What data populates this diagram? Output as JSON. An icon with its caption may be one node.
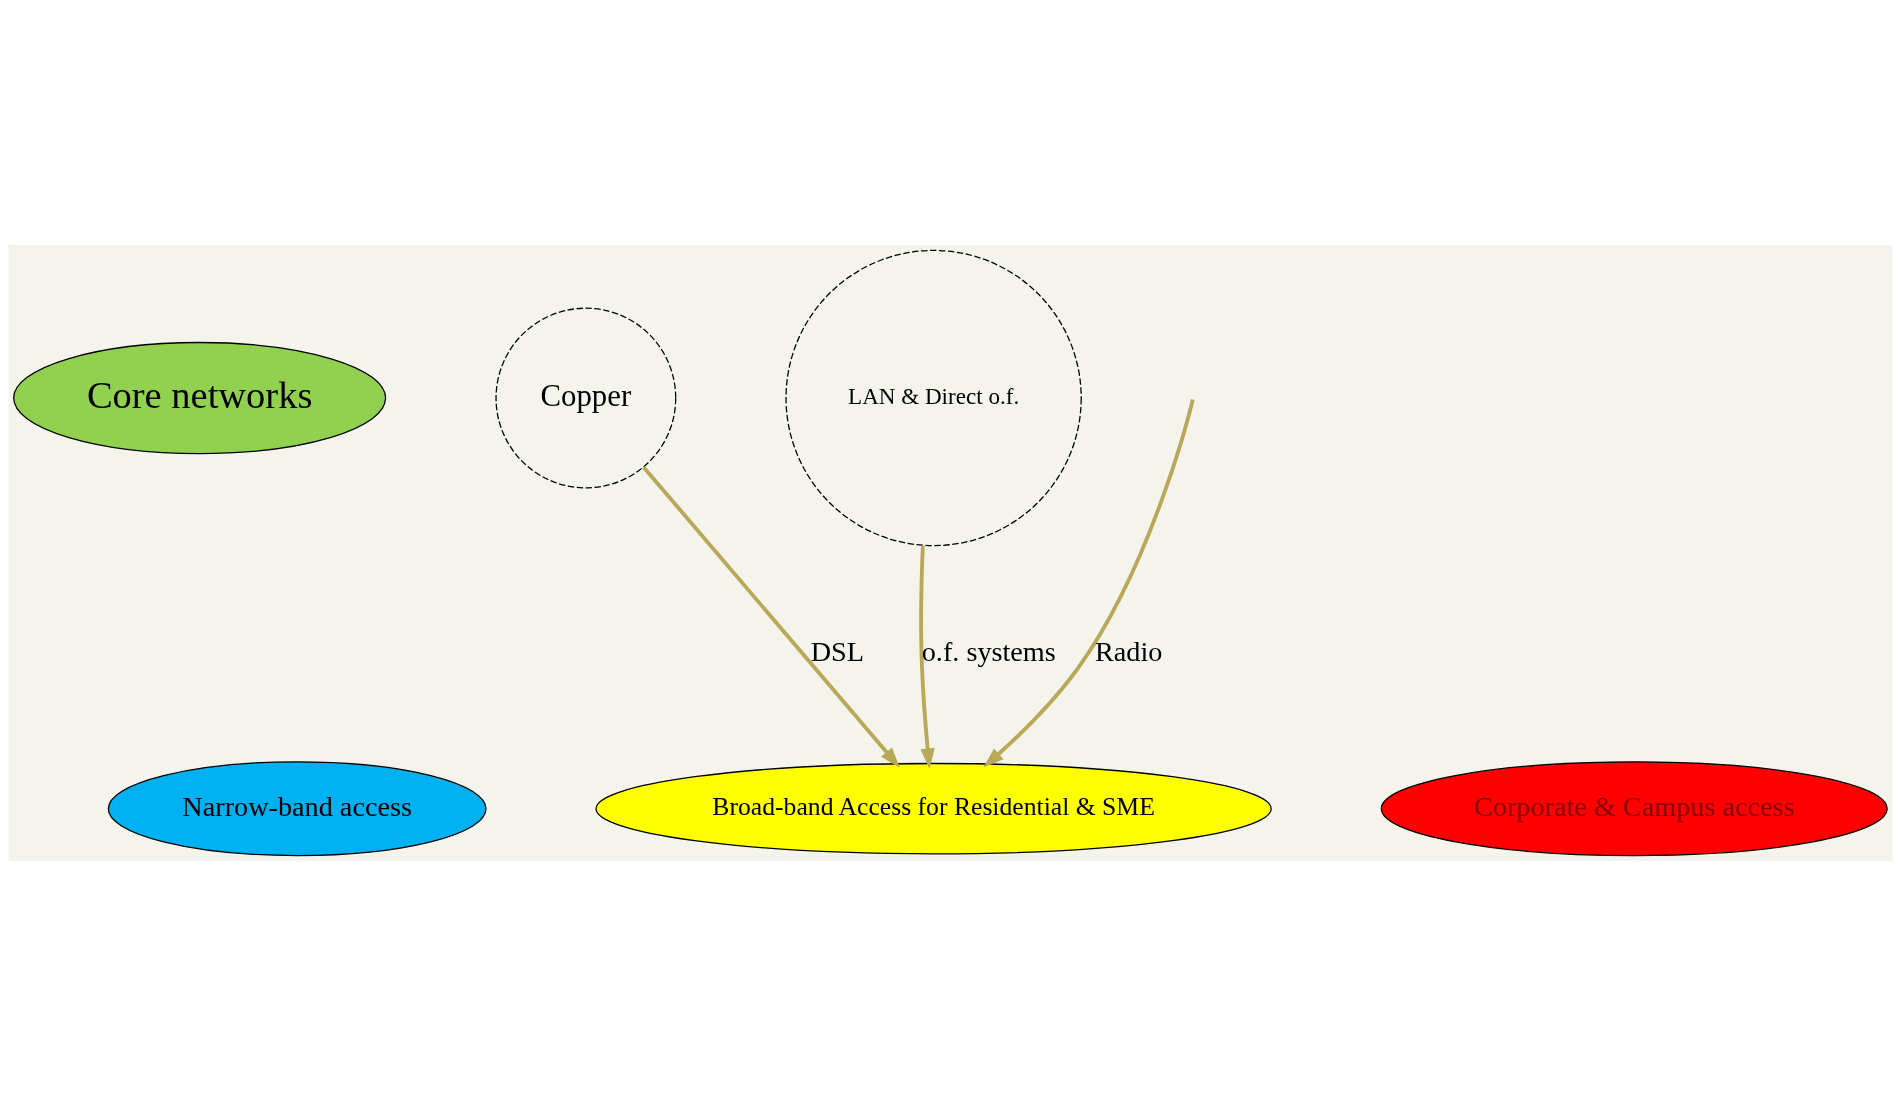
{
  "diagram": {
    "nodes": [
      {
        "text": [
          "Core networks"
        ]
      },
      {
        "text": [
          "Narrow-band access"
        ]
      },
      {
        "text": [
          "Copper"
        ]
      },
      {
        "text": [
          "Broad-band Access for Residential & SME"
        ]
      },
      {
        "text": [
          "Corporate & Campus access"
        ]
      },
      {
        "text": [
          "LAN & Direct o.f."
        ]
      }
    ],
    "edges": [
      {
        "from": 2,
        "to": 3,
        "arrow": "to",
        "label": "DSL"
      },
      {
        "from": 5,
        "to": 3,
        "arrow": "to",
        "label": "o.f. systems"
      },
      {
        "from": null,
        "to": 3,
        "arrow": "to",
        "label": "Radio"
      }
    ]
  }
}
